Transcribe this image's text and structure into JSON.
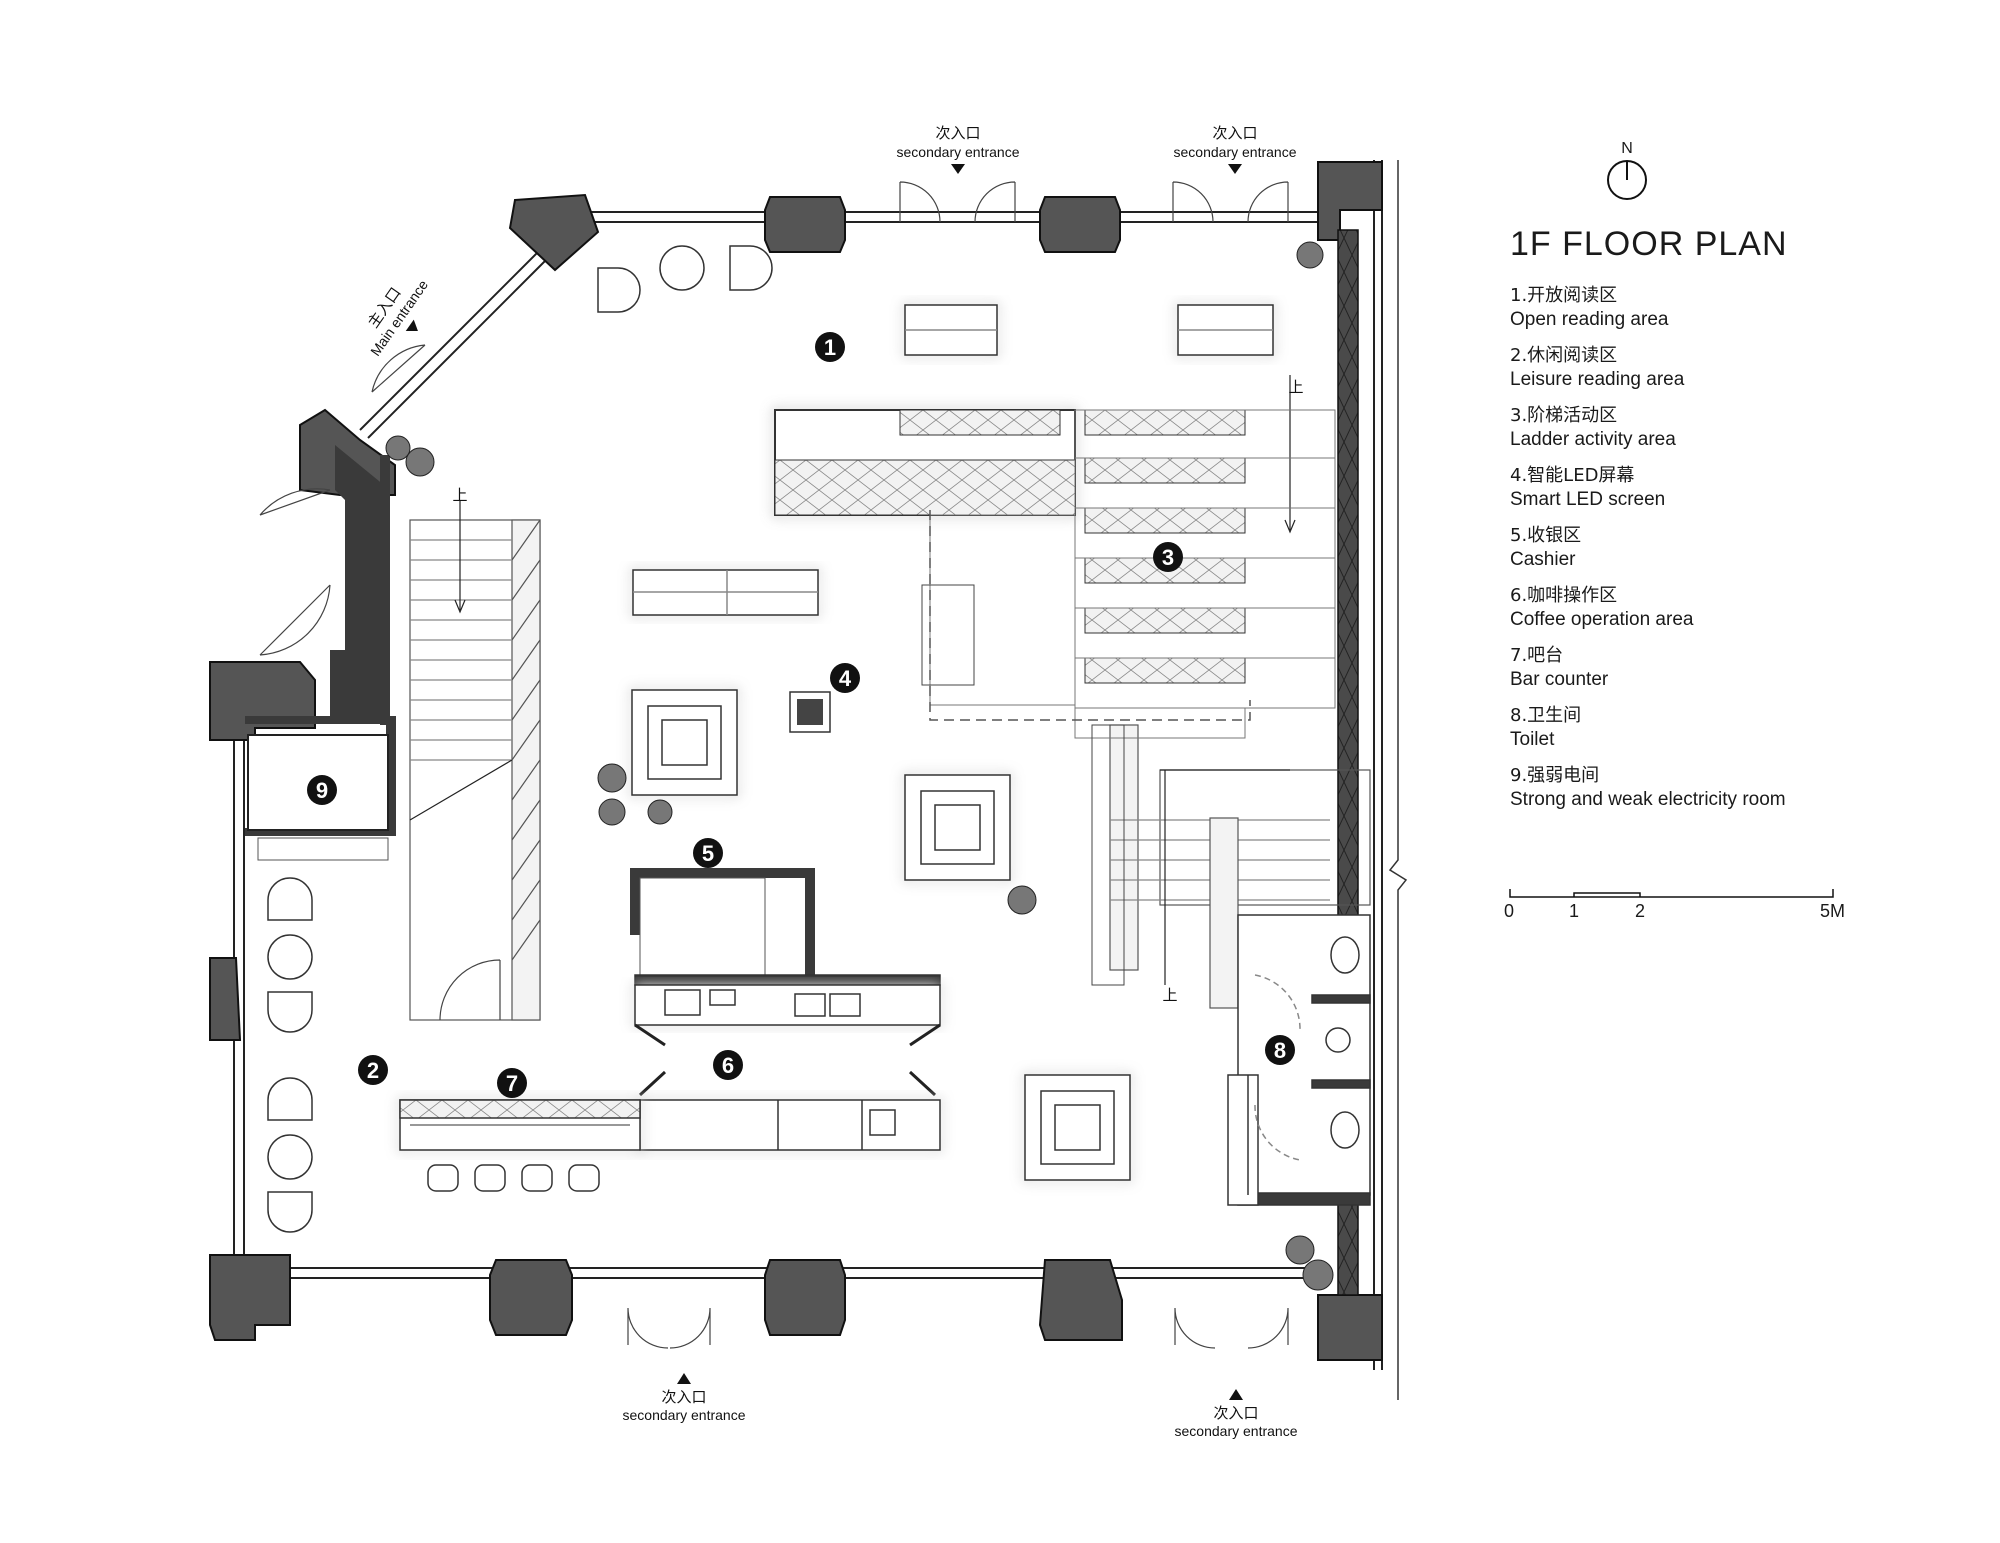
{
  "title": "1F FLOOR PLAN",
  "north_label": "N",
  "entrances": {
    "main_zh": "主入口",
    "main_en": "Main entrance",
    "secondary_zh": "次入口",
    "secondary_en": "secondary entrance"
  },
  "stair_up_label": "上",
  "area_numbers": [
    "1",
    "2",
    "3",
    "4",
    "5",
    "6",
    "7",
    "8",
    "9"
  ],
  "legend": [
    {
      "zh": "1.开放阅读区",
      "en": "Open reading area"
    },
    {
      "zh": "2.休闲阅读区",
      "en": "Leisure reading area"
    },
    {
      "zh": "3.阶梯活动区",
      "en": "Ladder activity area"
    },
    {
      "zh": "4.智能LED屏幕",
      "en": "Smart LED screen"
    },
    {
      "zh": "5.收银区",
      "en": "Cashier"
    },
    {
      "zh": "6.咖啡操作区",
      "en": "Coffee operation area"
    },
    {
      "zh": "7.吧台",
      "en": "Bar counter"
    },
    {
      "zh": "8.卫生间",
      "en": "Toilet"
    },
    {
      "zh": "9.强弱电间",
      "en": "Strong and weak electricity room"
    }
  ],
  "scale_bar": {
    "labels": [
      "0",
      "1",
      "2",
      "5M"
    ]
  }
}
